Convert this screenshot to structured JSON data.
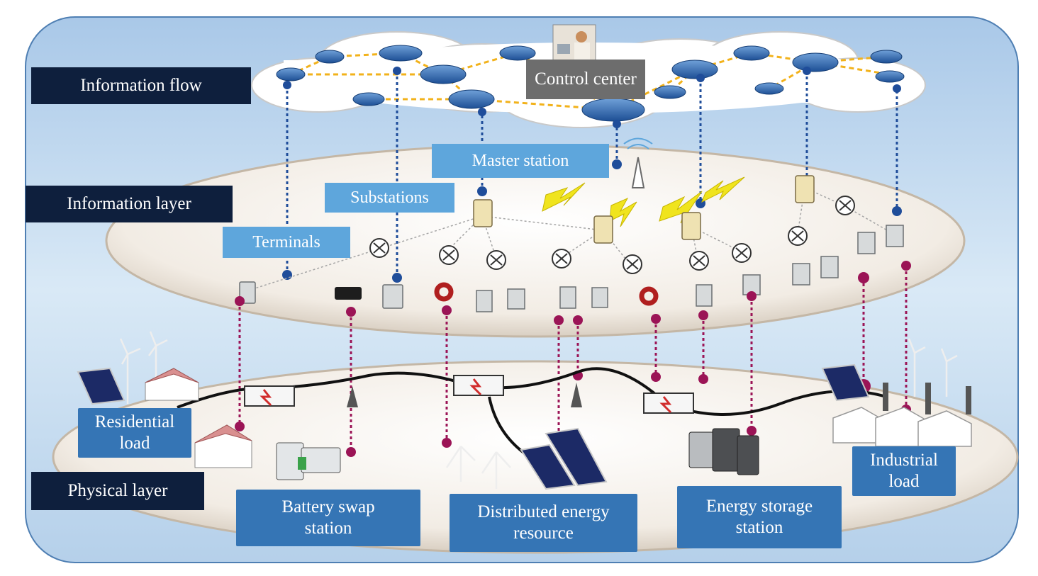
{
  "layers": {
    "information_flow": "Information flow",
    "information_layer": "Information layer",
    "physical_layer": "Physical layer"
  },
  "nodes": {
    "control_center": "Control center",
    "master_station": "Master station",
    "substations": "Substations",
    "terminals": "Terminals"
  },
  "loads": {
    "residential": "Residential\nload",
    "battery_swap": "Battery swap\nstation",
    "distributed_energy": "Distributed energy\nresource",
    "energy_storage": "Energy storage\nstation",
    "industrial": "Industrial\nload"
  },
  "colors": {
    "dark_label": "#0e1f3d",
    "blue_label": "#3575b5",
    "light_label": "#5ea6dc",
    "control_label": "#6d6d6d",
    "info_link": "#1f4d9a",
    "physical_link": "#9b1456",
    "cloud_link": "#f2b21b",
    "background": "#c9dff2"
  }
}
